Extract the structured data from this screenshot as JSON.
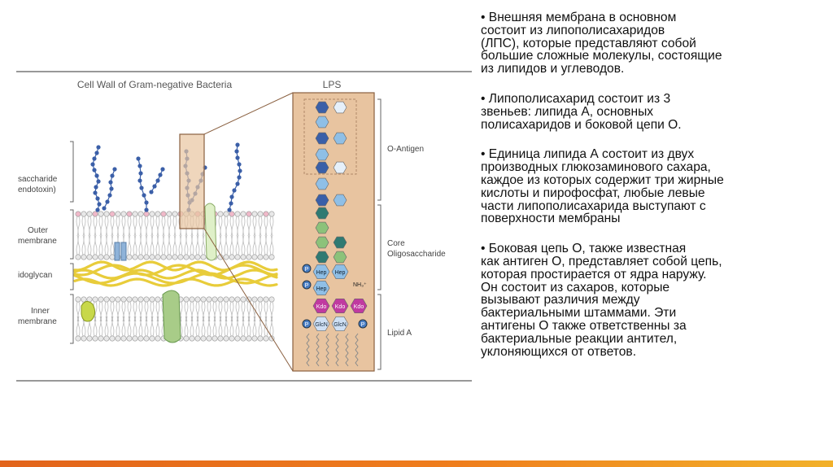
{
  "figure": {
    "title": "Cell Wall of Gram-negative Bacteria",
    "lps_title": "LPS",
    "left_labels": {
      "lps_line1": "saccharide",
      "lps_line2": "endotoxin)",
      "outer_line1": "Outer",
      "outer_line2": "membrane",
      "peptidoglycan": "idoglycan",
      "inner_line1": "Inner",
      "inner_line2": "membrane"
    },
    "right_labels": {
      "o_antigen": "O-Antigen",
      "core_line1": "Core",
      "core_line2": "Oligosaccharide",
      "lipid_a": "Lipid A"
    },
    "sugar_labels": {
      "hep": "Hep",
      "kdo": "Kdo",
      "glcn": "GlcN",
      "p": "P",
      "nh3": "NH₃⁺"
    },
    "colors": {
      "lps_chain": "#3b5fa8",
      "head_pink": "#f0b9c9",
      "lipid_head": "#e8e8e8",
      "peptidoglycan": "#e8cc3a",
      "lps_panel": "#e8c4a0",
      "lps_border": "#8a6040",
      "hex_dark_blue": "#3a5fa8",
      "hex_light_blue": "#8fbfe6",
      "hex_teal": "#2f7a72",
      "hex_green": "#8cc27a",
      "kdo_magenta": "#c03aa0",
      "glcn_blue": "#4a7ec4"
    }
  },
  "bullets": [
    "• Внешняя мембрана в основном\nсостоит из липополисахаридов\n(ЛПС), которые представляют собой\nбольшие сложные молекулы, состоящие\nиз липидов и углеводов.",
    "• Липополисахарид состоит из 3\nзвеньев: липида А, основных\nполисахаридов и боковой цепи О.",
    "• Единица липида А состоит из двух\nпроизводных глюкозаминового сахара,\nкаждое из которых содержит три жирные\nкислоты и пирофосфат, любые левые\nчасти липополисахарида выступают с\nповерхности мембраны",
    "• Боковая цепь О, также известная\nкак антиген О, представляет собой цепь,\nкоторая простирается от ядра наружу.\nОн состоит из сахаров, которые\nвызывают различия между\nбактериальными штаммами. Эти\nантигены О также ответственны за\nбактериальные реакции антител,\nуклоняющихся от ответов."
  ]
}
